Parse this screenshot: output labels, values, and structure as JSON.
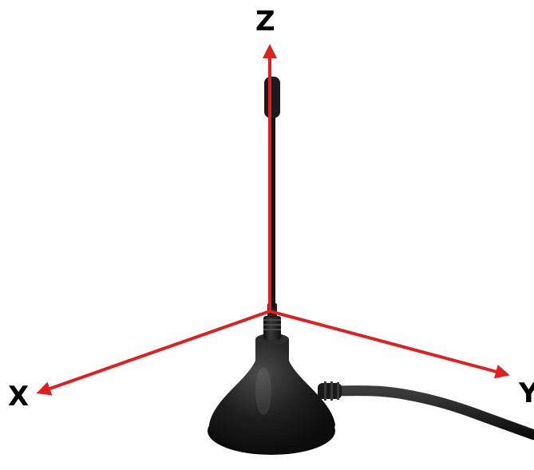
{
  "axes": {
    "x_label": "X",
    "y_label": "Y",
    "z_label": "Z",
    "arrow_color": "#e02020"
  },
  "object": {
    "icon": "magnetic-antenna",
    "color": "#1a1a1a"
  }
}
